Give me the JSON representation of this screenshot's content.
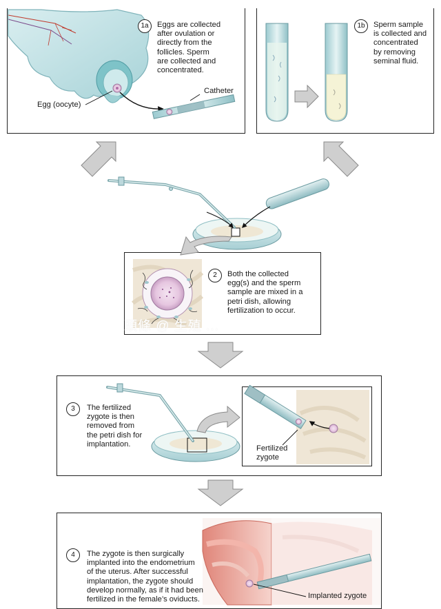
{
  "steps": [
    {
      "badge": "1a",
      "text": "Eggs are collected\nafter ovulation or\ndirectly from the\nfollicles. Sperm\nare collected and\nconcentrated."
    },
    {
      "badge": "1b",
      "text": "Sperm sample\nis collected and\nconcentrated\nby removing\nseminal fluid."
    },
    {
      "badge": "2",
      "text": "Both the collected\negg(s) and the sperm\nsample are mixed in a\npetri dish, allowing\nfertilization to occur."
    },
    {
      "badge": "3",
      "text": "The fertilized\nzygote is then\nremoved from\nthe petri dish for\nimplantation."
    },
    {
      "badge": "4",
      "text": "The zygote is then surgically\nimplanted into the endometrium\nof the uterus. After successful\nimplantation, the zygote should\ndevelop normally, as if it had been\nfertilized in the female’s oviducts."
    }
  ],
  "labels": {
    "egg": "Egg (oocyte)",
    "catheter": "Catheter",
    "fertilized_zygote": "Fertilized\nzygote",
    "implanted_zygote": "Implanted zygote"
  },
  "watermark": "頭條 @ 生殖 ..."
}
